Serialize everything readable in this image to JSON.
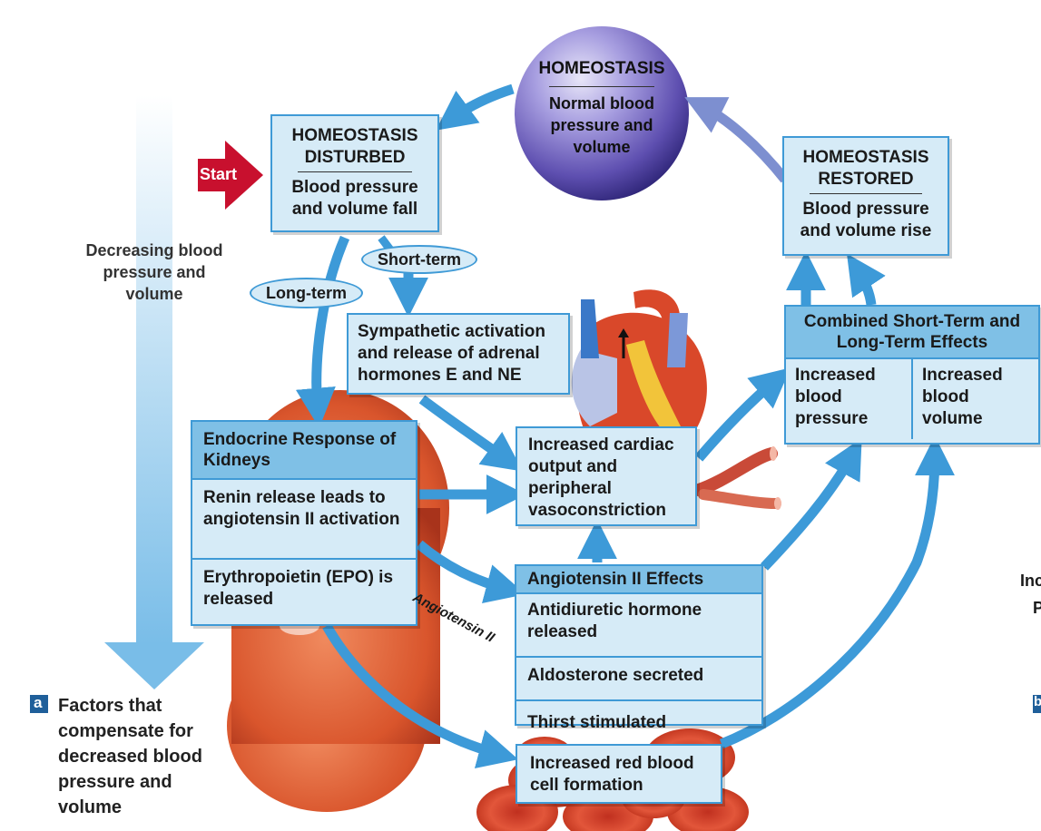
{
  "homeostasis": {
    "title": "HOMEOSTASIS",
    "text": "Normal blood pressure and volume"
  },
  "start": {
    "label": "Start"
  },
  "disturbed": {
    "title": "HOMEOSTASIS DISTURBED",
    "text": "Blood pressure and volume fall"
  },
  "restored": {
    "title": "HOMEOSTASIS RESTORED",
    "text": "Blood pressure and volume rise"
  },
  "side_arrow_label": "Decreasing blood pressure and volume",
  "short_term": "Short-term",
  "long_term": "Long-term",
  "sympathetic": "Sympathetic activation and release of adrenal hormones E and NE",
  "cardiac": "Increased cardiac output and peripheral vasoconstriction",
  "combined": {
    "title": "Combined Short-Term and Long-Term Effects",
    "left": "Increased blood pressure",
    "right": "Increased blood volume"
  },
  "endocrine": {
    "title": "Endocrine Response of Kidneys",
    "item1": "Renin release leads to angiotensin II activation",
    "item2": "Erythropoietin (EPO) is released"
  },
  "angio_label": "Angiotensin II",
  "angio_effects": {
    "title": "Angiotensin II Effects",
    "items": [
      "Antidiuretic hormone released",
      "Aldosterone secreted",
      "Thirst stimulated"
    ]
  },
  "rbc": "Increased red blood cell formation",
  "caption": {
    "badge": "a",
    "text": "Factors that compensate for decreased blood pressure and volume"
  },
  "edge_text": {
    "line1": "Inc",
    "line2": "P",
    "badge": "b"
  },
  "colors": {
    "arrow": "#3d9ad8",
    "box_fill": "#d6ebf7",
    "header_fill": "#7fc0e6",
    "start_red": "#c8102e",
    "sphere": "#6a5fb8"
  }
}
